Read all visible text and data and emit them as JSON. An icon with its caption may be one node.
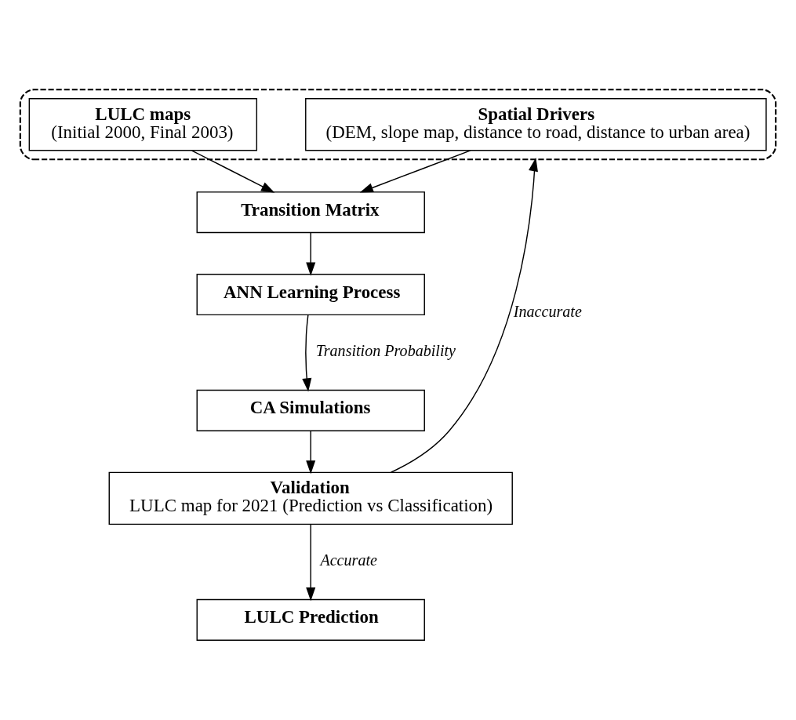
{
  "diagram": {
    "nodes": [
      {
        "text": [],
        "shape": "box"
      },
      {
        "text": [
          "LULC maps",
          "(Initial 2000, Final 2003)"
        ],
        "in": 0
      },
      {
        "text": [
          "Spatial Drivers",
          "(DEM, slope map, distance to road, distance to urban area)"
        ],
        "in": 0
      },
      {
        "text": [
          "Transition Matrix"
        ]
      },
      {
        "text": [
          "ANN Learning Process"
        ]
      },
      {
        "text": [
          "CA Simulations"
        ]
      },
      {
        "text": [
          "Validation",
          "LULC map for 2021 (Prediction vs Classification)"
        ]
      },
      {
        "text": [
          "LULC Prediction"
        ]
      }
    ],
    "edges": [
      {
        "from": 1,
        "to": 3,
        "arrow": "to"
      },
      {
        "from": 2,
        "to": 3,
        "arrow": "to"
      },
      {
        "from": 3,
        "to": 4,
        "arrow": "to"
      },
      {
        "from": 4,
        "to": 5,
        "arrow": "to",
        "label": "Transition Probability"
      },
      {
        "from": 5,
        "to": 6,
        "arrow": "to"
      },
      {
        "from": 6,
        "to": 7,
        "arrow": "to",
        "label": "Accurate"
      },
      {
        "from": 6,
        "to": 0,
        "arrow": "to",
        "label": "Inaccurate"
      }
    ]
  }
}
